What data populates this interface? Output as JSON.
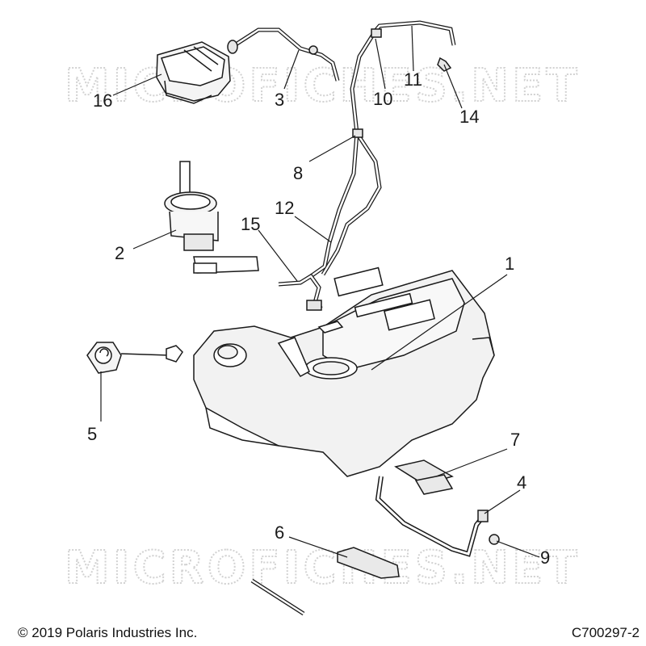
{
  "watermark": {
    "text": "MICROFICHES.NET"
  },
  "footer": {
    "copyright": "© 2019 Polaris Industries Inc.",
    "drawing_number": "C700297-2"
  },
  "callouts": {
    "c1": "1",
    "c2": "2",
    "c3": "3",
    "c4": "4",
    "c5": "5",
    "c6": "6",
    "c7": "7",
    "c8": "8",
    "c9": "9",
    "c10": "10",
    "c11": "11",
    "c12": "12",
    "c14": "14",
    "c15": "15",
    "c16": "16"
  },
  "colors": {
    "line": "#1a1a1a",
    "part_fill": "#f2f2f2",
    "watermark": "#d2d2d2"
  }
}
